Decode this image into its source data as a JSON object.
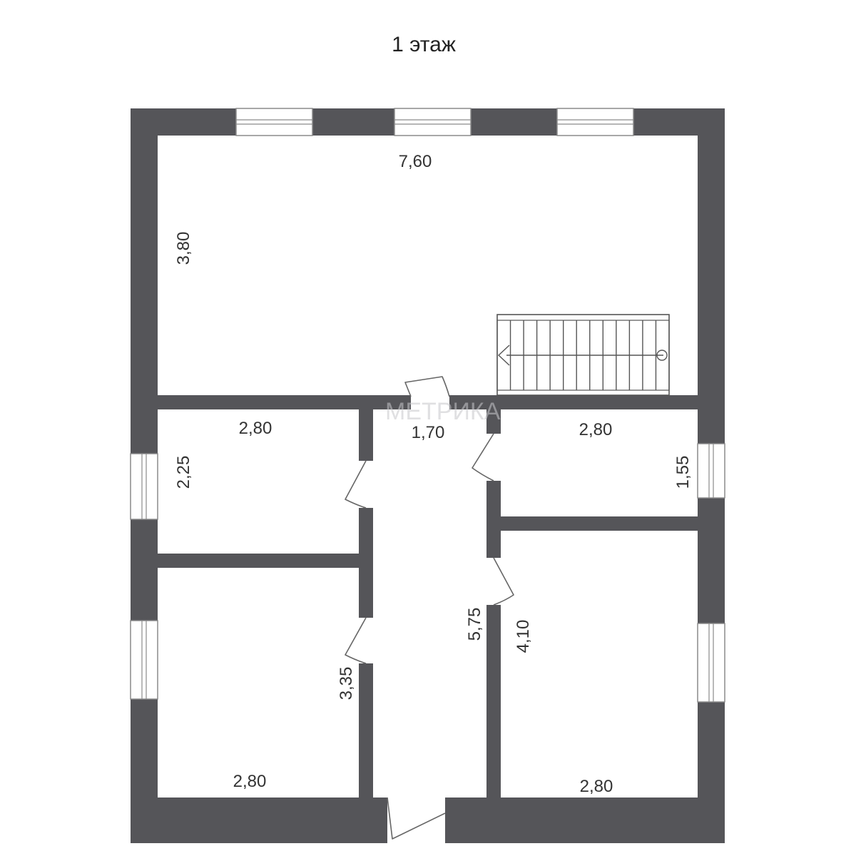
{
  "plan": {
    "title": "1 этаж",
    "wall_color": "#555559",
    "watermark": "МЕТРИКА",
    "rooms": {
      "living_room": {
        "width": "7,60",
        "depth": "3,80"
      },
      "bedroom_top_left": {
        "width": "2,80",
        "depth": "2,25"
      },
      "hallway": {
        "width": "1,70",
        "length": "5,75"
      },
      "bathroom_top_right": {
        "width": "2,80",
        "depth": "1,55"
      },
      "bedroom_bottom_left": {
        "width": "2,80",
        "depth": "3,35"
      },
      "bedroom_bottom_right": {
        "width": "2,80",
        "depth": "4,10"
      }
    }
  }
}
